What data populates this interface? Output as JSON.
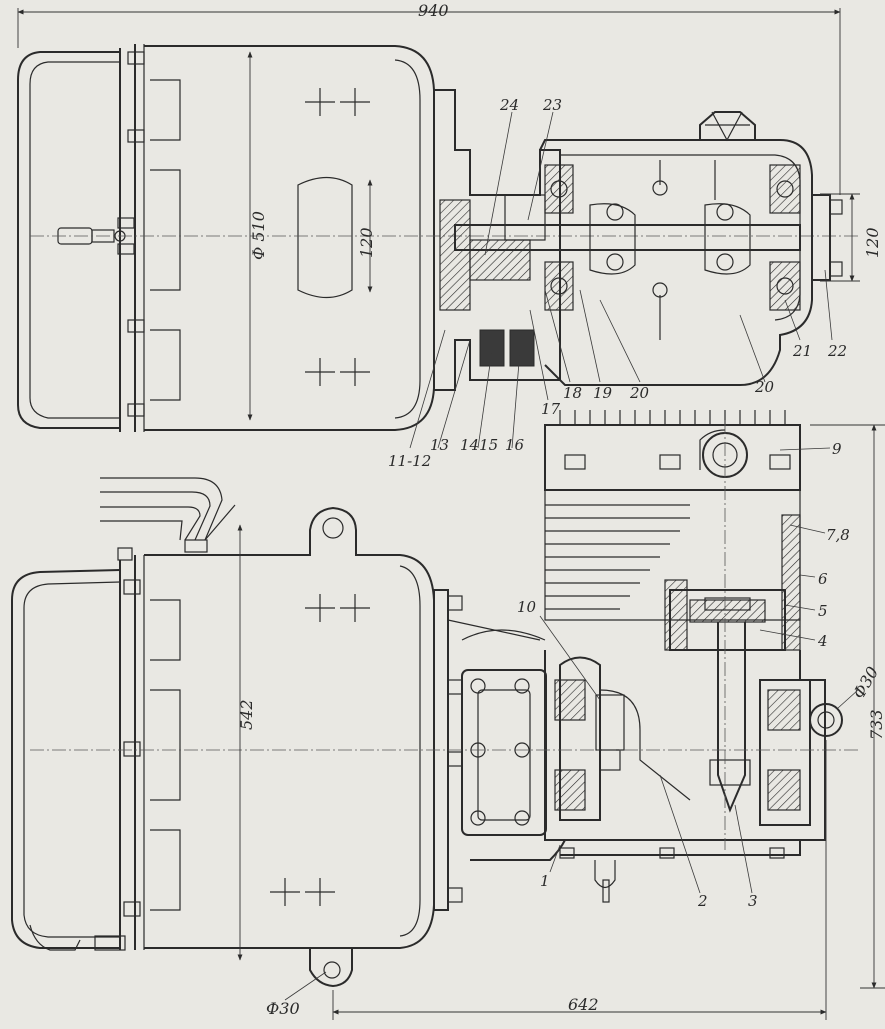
{
  "dimensions": {
    "overall_width": "940",
    "motor_diameter": "Ф 510",
    "shaft_end": "120",
    "pulley_width": "120",
    "motor_height": "542",
    "overall_height": "733",
    "base_length": "642",
    "bottom_hole": "Ф30",
    "side_hole": "Ф30"
  },
  "callouts": {
    "c1": "1",
    "c2": "2",
    "c3": "3",
    "c4": "4",
    "c5": "5",
    "c6": "6",
    "c78": "7,8",
    "c9": "9",
    "c10": "10",
    "c1112": "11-12",
    "c13": "13",
    "c1415": "1415",
    "c16": "16",
    "c17": "17",
    "c18": "18",
    "c19": "19",
    "c20a": "20",
    "c20b": "20",
    "c21": "21",
    "c22": "22",
    "c23": "23",
    "c24": "24"
  },
  "colors": {
    "paper": "#e9e8e3",
    "ink": "#2b2b2b"
  }
}
